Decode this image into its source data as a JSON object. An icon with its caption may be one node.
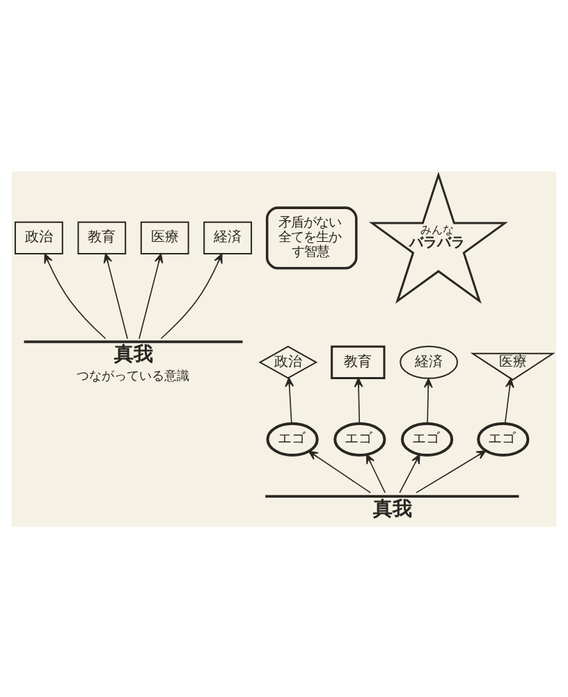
{
  "diagram": {
    "nodes": [
      {
        "text": [
          "政治"
        ]
      },
      {
        "text": [
          "教育"
        ]
      },
      {
        "text": [
          "医療"
        ]
      },
      {
        "text": [
          "経済"
        ]
      },
      {
        "text": [
          "矛盾がない全てを生かす智慧"
        ]
      },
      {
        "text": [
          "真我",
          "つながっている意識"
        ]
      },
      {
        "text": [
          "経済"
        ]
      },
      {
        "text": [
          "医療"
        ]
      },
      {
        "text": [
          "教育"
        ]
      },
      {
        "text": [
          "政治"
        ]
      },
      {
        "text": [
          "みんな",
          "バラバラ"
        ]
      },
      {
        "text": [
          "エゴ"
        ]
      },
      {
        "text": [
          "エゴ"
        ]
      },
      {
        "text": [
          "エゴ"
        ]
      },
      {
        "text": [
          "エゴ"
        ]
      },
      {
        "text": [
          "真我"
        ]
      }
    ],
    "edges": [
      {
        "from": 5,
        "to": 0,
        "arrow": "to"
      },
      {
        "from": 5,
        "to": 1,
        "arrow": "to"
      },
      {
        "from": 5,
        "to": 2,
        "arrow": "to"
      },
      {
        "from": 5,
        "to": 3,
        "arrow": "to"
      },
      {
        "from": 15,
        "to": 11,
        "arrow": "to"
      },
      {
        "from": 15,
        "to": 12,
        "arrow": "to"
      },
      {
        "from": 15,
        "to": 13,
        "arrow": "to"
      },
      {
        "from": 15,
        "to": 14,
        "arrow": "to"
      },
      {
        "from": 11,
        "to": 9,
        "arrow": "to"
      },
      {
        "from": 12,
        "to": 8,
        "arrow": "to"
      },
      {
        "from": 13,
        "to": 6,
        "arrow": "to"
      },
      {
        "from": 14,
        "to": 7,
        "arrow": "to"
      }
    ]
  }
}
